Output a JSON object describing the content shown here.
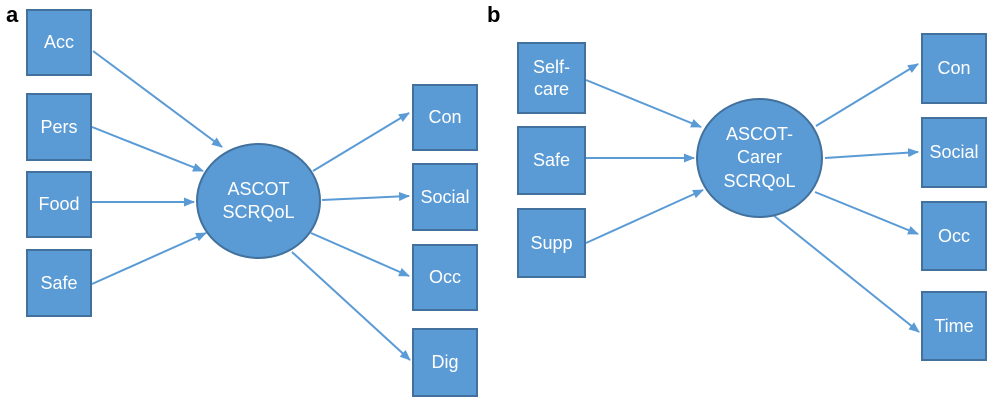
{
  "figure": {
    "description": "Two-panel latent variable path diagram",
    "colors": {
      "shape_fill": "#5b9bd5",
      "shape_border": "#41719c",
      "arrow": "#5b9bd5",
      "shape_text": "#ffffff",
      "panel_label_text": "#000000"
    },
    "panels": [
      {
        "label": "a",
        "latent": "ASCOT\nSCRQoL",
        "inputs": [
          "Acc",
          "Pers",
          "Food",
          "Safe"
        ],
        "outputs": [
          "Con",
          "Social",
          "Occ",
          "Dig"
        ]
      },
      {
        "label": "b",
        "latent": "ASCOT-\nCarer\nSCRQoL",
        "inputs": [
          "Self-\ncare",
          "Safe",
          "Supp"
        ],
        "outputs": [
          "Con",
          "Social",
          "Occ",
          "Time"
        ]
      }
    ]
  }
}
